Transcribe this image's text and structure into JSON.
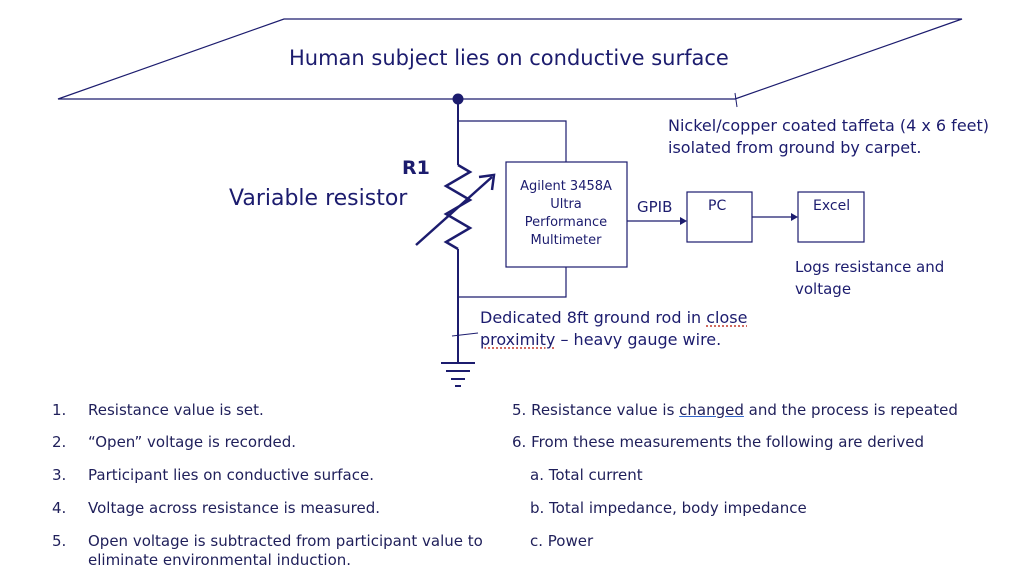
{
  "diagram": {
    "surface_title": "Human subject lies on conductive surface",
    "taffeta_note": "Nickel/copper coated taffeta (4 x 6 feet) isolated from ground by carpet.",
    "r1_label": "R1",
    "variable_resistor_label": "Variable resistor",
    "meter_lines": [
      "Agilent 3458A",
      "Ultra",
      "Performance",
      "Multimeter"
    ],
    "gpib_label": "GPIB",
    "pc_label": "PC",
    "excel_label": "Excel",
    "logs_note": "Logs resistance and voltage",
    "ground_note_a": "Dedicated 8ft ground rod in ",
    "ground_note_b": "close",
    "ground_note_c": "proximity",
    "ground_note_d": " – heavy gauge wire."
  },
  "steps_left": [
    {
      "num": "1.",
      "text": "Resistance value is set."
    },
    {
      "num": "2.",
      "text": "“Open” voltage is recorded."
    },
    {
      "num": "3.",
      "text": "Participant lies on conductive surface."
    },
    {
      "num": "4.",
      "text": "Voltage across resistance is measured."
    },
    {
      "num": "5.",
      "text": "Open voltage is subtracted from participant value to eliminate environmental induction."
    }
  ],
  "steps_right": {
    "s5_a": "5. Resistance value is ",
    "s5_b": "changed",
    "s5_c": " and the process is repeated",
    "s6": "6. From these measurements the following are derived",
    "a": "a. Total current",
    "b": "b. Total impedance, body impedance",
    "c": "c. Power"
  },
  "colors": {
    "line": "#1c1c6e",
    "text": "#1f1f5a"
  }
}
